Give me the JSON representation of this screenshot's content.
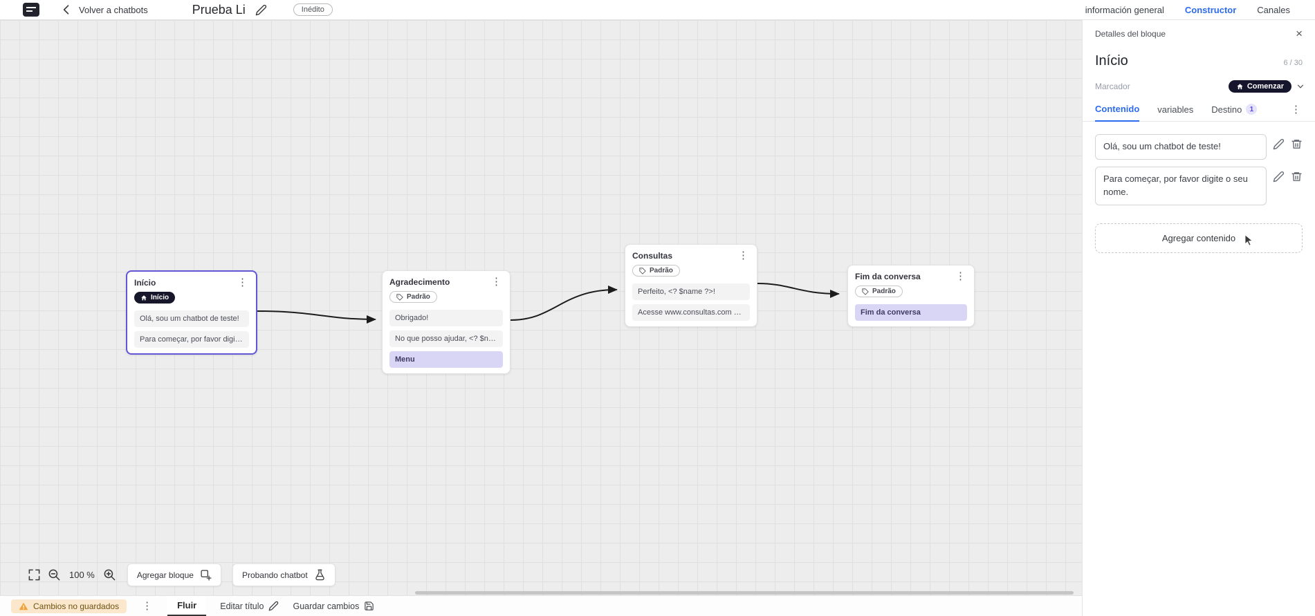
{
  "header": {
    "back_label": "Volver a chatbots",
    "title": "Prueba Li",
    "status_badge": "Inédito",
    "tabs": [
      {
        "label": "información general",
        "active": false
      },
      {
        "label": "Constructor",
        "active": true
      },
      {
        "label": "Canales",
        "active": false
      }
    ]
  },
  "canvas": {
    "zoom_level": "100 %",
    "add_block_label": "Agregar bloque",
    "test_chatbot_label": "Probando chatbot",
    "blocks": [
      {
        "title": "Início",
        "badge": "Início",
        "selected": true,
        "rows": [
          {
            "text": "Olá, sou um chatbot de teste!",
            "highlight": false
          },
          {
            "text": "Para começar, por favor digite o ...",
            "highlight": false
          }
        ]
      },
      {
        "title": "Agradecimento",
        "badge": "Padrão",
        "selected": false,
        "rows": [
          {
            "text": "Obrigado!",
            "highlight": false
          },
          {
            "text": "No que posso ajudar, <? $name ...",
            "highlight": false
          },
          {
            "text": "Menu",
            "highlight": true
          }
        ]
      },
      {
        "title": "Consultas",
        "badge": "Padrão",
        "selected": false,
        "rows": [
          {
            "text": "Perfeito, <? $name ?>!",
            "highlight": false
          },
          {
            "text": "Acesse www.consultas.com par...",
            "highlight": false
          }
        ]
      },
      {
        "title": "Fim da conversa",
        "badge": "Padrão",
        "selected": false,
        "rows": [
          {
            "text": "Fim da conversa",
            "highlight": true
          }
        ]
      }
    ]
  },
  "panel": {
    "header": "Detalles del bloque",
    "title": "Início",
    "char_count": "6 / 30",
    "marker_label": "Marcador",
    "marker_value": "Comenzar",
    "tabs": [
      {
        "label": "Contenido",
        "active": true
      },
      {
        "label": "variables",
        "active": false
      },
      {
        "label": "Destino",
        "active": false,
        "count": "1"
      }
    ],
    "contents": [
      "Olá, sou um chatbot de teste!",
      "Para começar, por favor digite o seu nome."
    ],
    "add_content_label": "Agregar contenido"
  },
  "footer": {
    "unsaved_label": "Cambios no guardados",
    "flow_tab": "Fluir",
    "edit_title_label": "Editar título",
    "save_label": "Guardar cambios"
  },
  "icons": {
    "kebab": "⋮",
    "close": "×"
  },
  "colors": {
    "accent_blue": "#2c6bed",
    "selected_block_border": "#6356d6",
    "highlight_row_bg": "#d9d5f4",
    "dark_badge_bg": "#17172b",
    "warning_chip_bg": "#fbe8cc",
    "warning_chip_text": "#6f5114",
    "canvas_bg": "#ededed"
  }
}
